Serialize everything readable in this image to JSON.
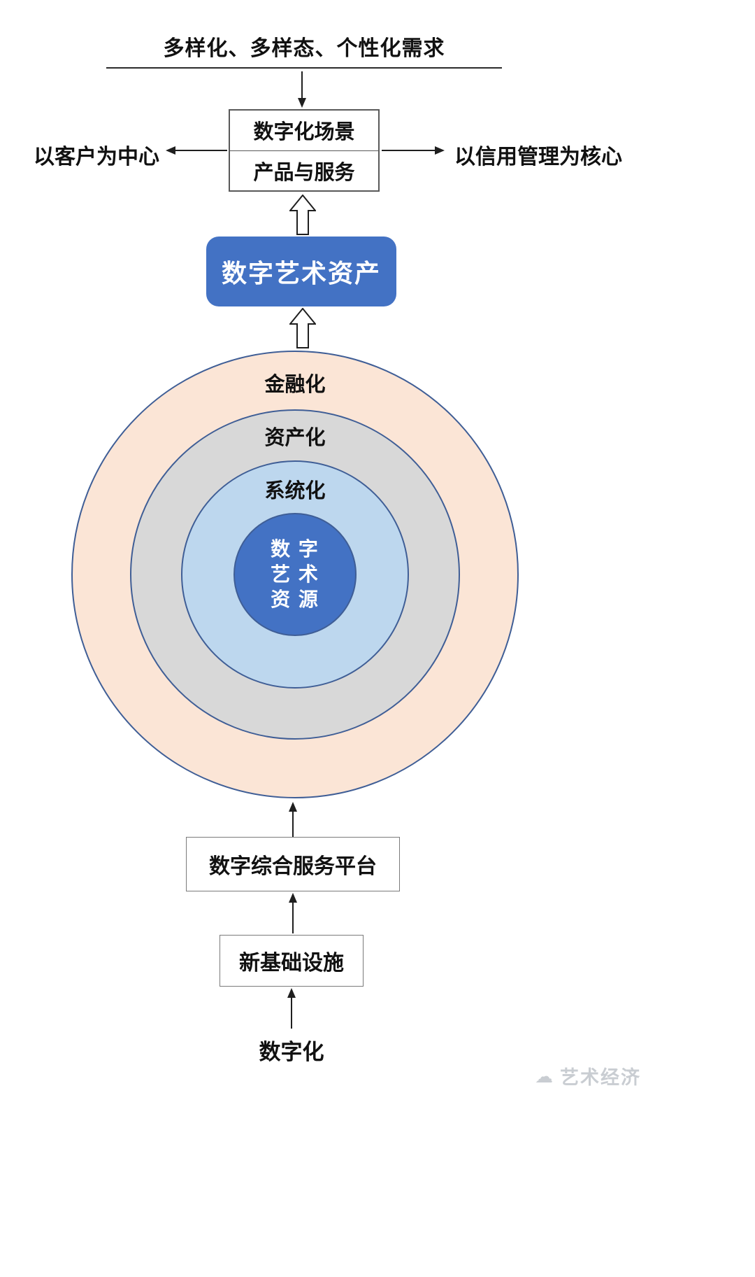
{
  "colors": {
    "accent_blue": "#4372C4",
    "peach": "#FBE5D6",
    "gray_ring": "#D8D8D8",
    "light_blue_ring": "#BDD7EE",
    "ring_border": "#3F5E96",
    "arrow_black": "#1F1F1F",
    "box_border": "#595959",
    "watermark_gray": "#C9CDD2"
  },
  "top": {
    "demand_label": "多样化、多样态、个性化需求"
  },
  "scenario_box": {
    "line1": "数字化场景",
    "line2": "产品与服务"
  },
  "side_labels": {
    "left": "以客户为中心",
    "right": "以信用管理为核心"
  },
  "asset_box": {
    "label": "数字艺术资产"
  },
  "rings": {
    "outer_label": "金融化",
    "middle_label": "资产化",
    "inner_label": "系统化",
    "core_lines": [
      "数 字",
      "艺 术",
      "资 源"
    ]
  },
  "bottom_flow": {
    "platform_label": "数字综合服务平台",
    "infrastructure_label": "新基础设施",
    "digitization_label": "数字化"
  },
  "watermark": {
    "logo_glyph": "☁",
    "label": "艺术经济"
  }
}
